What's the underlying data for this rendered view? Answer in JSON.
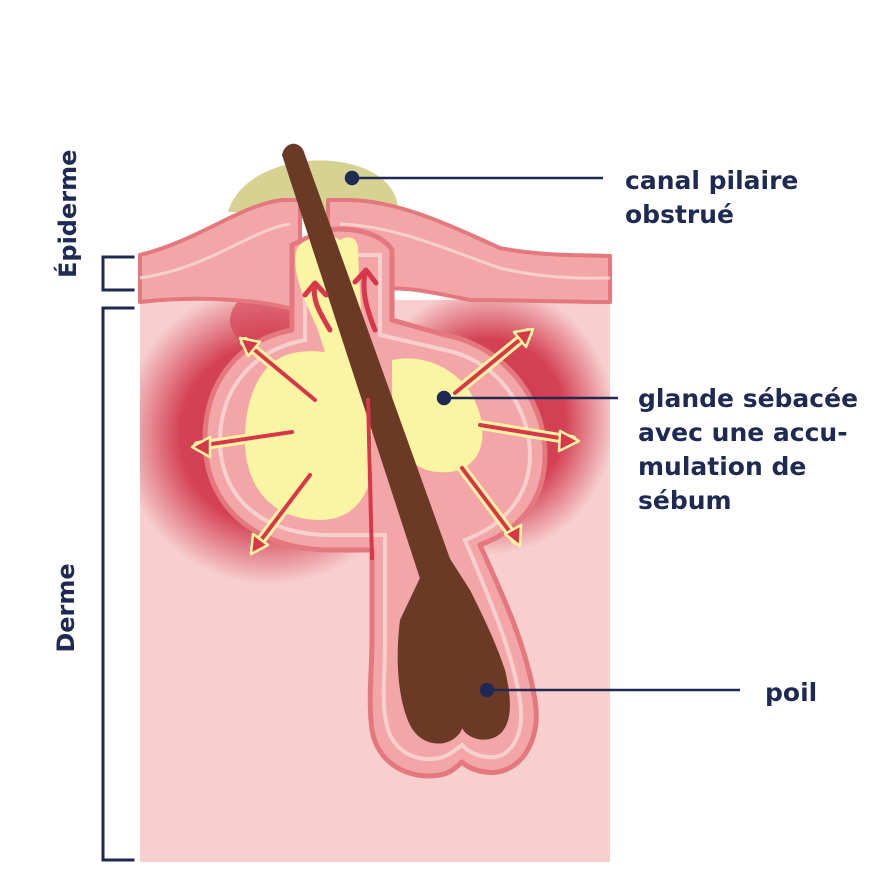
{
  "layers": {
    "epidermis": "Épiderme",
    "dermis": "Derme"
  },
  "callouts": {
    "canal": [
      "canal pilaire",
      "obstrué"
    ],
    "gland": [
      "glande sébacée",
      "avec une accu-",
      "mulation de",
      "sébum"
    ],
    "hair": [
      "poil"
    ]
  },
  "colors": {
    "label_text": "#1f2a52",
    "dermis": "#f7d0ce",
    "epidermis": "#f2a6a8",
    "tissue_outline": "#e4787f",
    "inflammation": "#d23a4e",
    "sebum": "#fbf4a2",
    "plug": "#d6d392",
    "hair": "#6a3a26",
    "arrow": "#d6374a"
  }
}
